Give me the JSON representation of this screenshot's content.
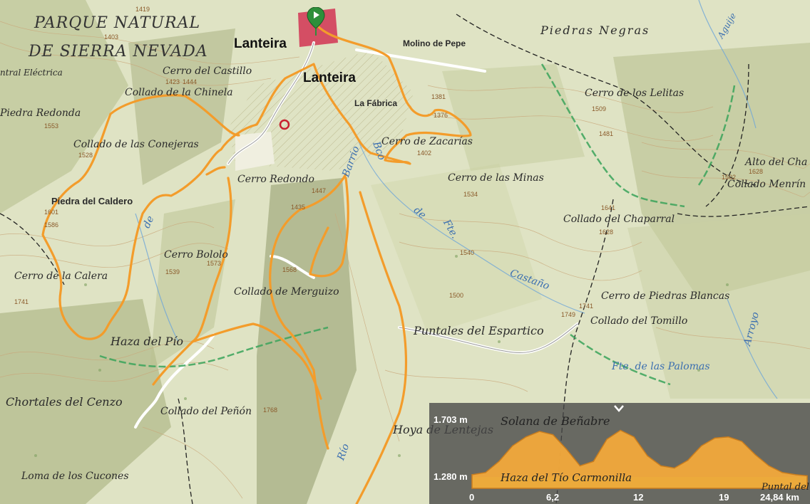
{
  "map": {
    "colors": {
      "terrain": "#dfe3c4",
      "route": "#f39c2b",
      "road": "#ffffff",
      "track": "#333333",
      "contour": "#c9a77a",
      "boundary": "#3aa35a"
    },
    "labels": {
      "park_line1": "PARQUE NATURAL",
      "park_line2": "DE SIERRA NEVADA",
      "lanteira_1": "Lanteira",
      "lanteira_2": "Lanteira",
      "molino": "Molino de Pepe",
      "piedras_negras": "Piedras Negras",
      "central": "ntral Eléctrica",
      "cerro_castillo": "Cerro del Castillo",
      "collado_chinela": "Collado de la Chinela",
      "piedra_redonda": "Piedra Redonda",
      "la_fabrica": "La Fábrica",
      "cerro_lelitas": "Cerro de los Lelitas",
      "collado_conejeras": "Collado de las Conejeras",
      "cerro_zacarias": "Cerro de Zacarías",
      "alto_cha": "Alto del Cha",
      "collado_menrin": "Collado Menrín",
      "cerro_redondo": "Cerro Redondo",
      "cerro_minas": "Cerro de las Minas",
      "piedra_caldero": "Piedra del Caldero",
      "collado_chaparral": "Collado del Chaparral",
      "cerro_bololo": "Cerro Bololo",
      "cerro_calera": "Cerro de la Calera",
      "collado_merguizo": "Collado de Merguizo",
      "cerro_piedras_blancas": "Cerro de Piedras Blancas",
      "collado_tomillo": "Collado del Tomillo",
      "haza_pio": "Haza del Pío",
      "puntales": "Puntales del Espartico",
      "fte_palomas": "Fte. de las Palomas",
      "chortales": "Chortales del Cenzo",
      "collado_penon": "Collado del Peñón",
      "hoya_lentejas": "Hoya de Lentejas",
      "solana_benabre": "Solana de Beñabre",
      "loma_cucones": "Loma de los Cucones",
      "castano": "Castaño",
      "fte": "Fte.",
      "bco": "Bco",
      "barrio": "Barrio",
      "rio": "Río",
      "arroyo": "Arroyo",
      "aguije": "Aguije",
      "de": "de",
      "haza_carmonilla": "Haza del Tío Carmonilla",
      "puntal": "Puntal del C"
    },
    "elevations": [
      "1419",
      "1403",
      "1423",
      "1444",
      "1553",
      "1381",
      "1376",
      "1509",
      "1402",
      "1481",
      "1528",
      "1447",
      "1534",
      "1502",
      "1628",
      "1641",
      "1435",
      "1628",
      "1601",
      "1586",
      "1539",
      "1573",
      "1568",
      "1540",
      "1500",
      "1741",
      "1749",
      "1741",
      "1768"
    ]
  },
  "profile": {
    "max_label": "1.703 m",
    "min_label": "1.280 m",
    "x_ticks": [
      "0",
      "6,2",
      "12",
      "19",
      "24,84 km"
    ],
    "total_km": 24.84,
    "min_m": 1280,
    "max_m": 1703,
    "elevation_km": [
      0,
      1,
      2,
      3,
      4,
      5,
      6,
      7,
      8,
      9,
      10,
      11,
      12,
      13,
      14,
      15,
      16,
      17,
      18,
      19,
      20,
      21,
      22,
      23,
      24,
      24.84
    ],
    "elevation_m": [
      1300,
      1320,
      1420,
      1560,
      1640,
      1690,
      1660,
      1530,
      1380,
      1420,
      1620,
      1700,
      1640,
      1470,
      1380,
      1360,
      1430,
      1560,
      1630,
      1640,
      1600,
      1480,
      1380,
      1320,
      1300,
      1290
    ],
    "fill_color": "#f2a93b",
    "base_color": "#6fbf3a"
  }
}
